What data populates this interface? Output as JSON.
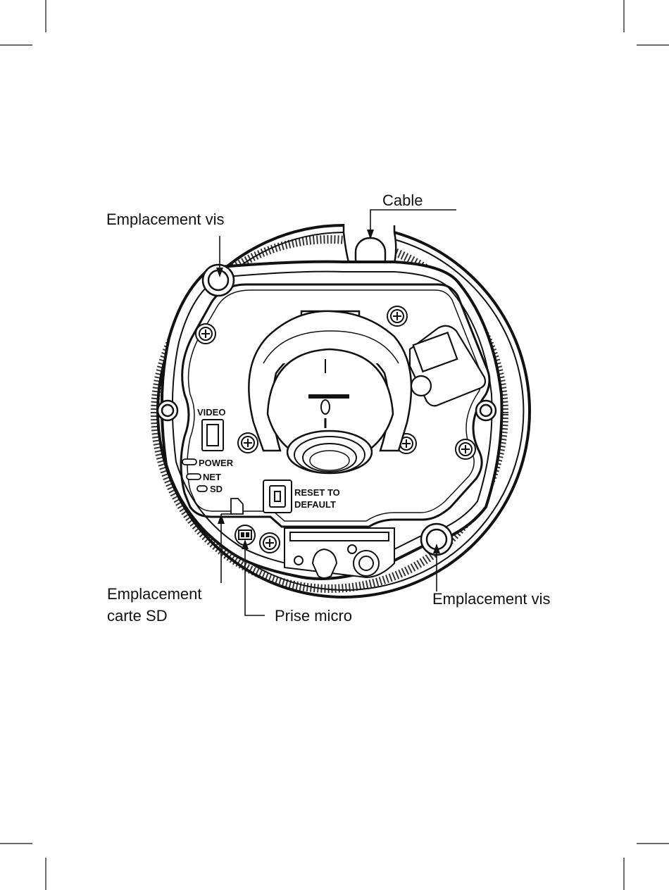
{
  "callouts": {
    "cable": "Cable",
    "screw_top": "Emplacement vis",
    "screw_bottom": "Emplacement vis",
    "sd_slot_line1": "Emplacement",
    "sd_slot_line2": "carte SD",
    "mic_jack": "Prise micro"
  },
  "panel_labels": {
    "video": "VIDEO",
    "power": "POWER",
    "net": "NET",
    "sd": "SD",
    "reset_line1": "RESET TO",
    "reset_line2": "DEFAULT"
  },
  "colors": {
    "ink": "#111111",
    "paper": "#ffffff"
  }
}
